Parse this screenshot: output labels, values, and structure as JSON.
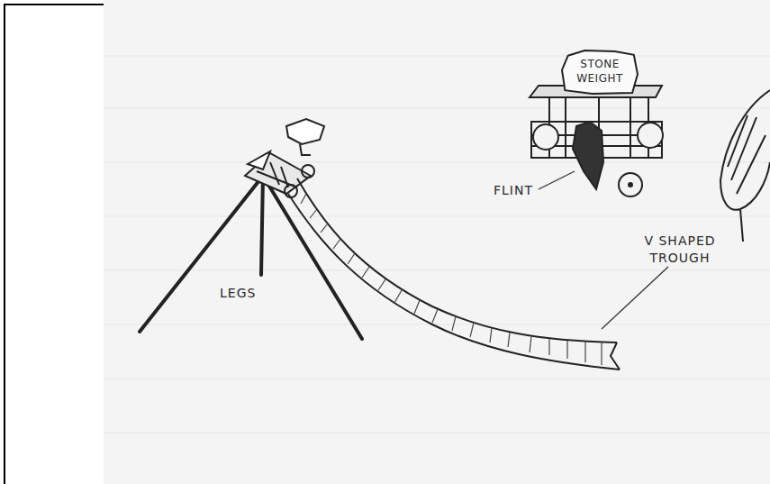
{
  "diagram": {
    "nodes": [
      {
        "text": [
          "STONE WEIGHT"
        ]
      }
    ],
    "labels": [
      "LEGS",
      "FLINT",
      "V SHAPED TROUGH"
    ]
  }
}
